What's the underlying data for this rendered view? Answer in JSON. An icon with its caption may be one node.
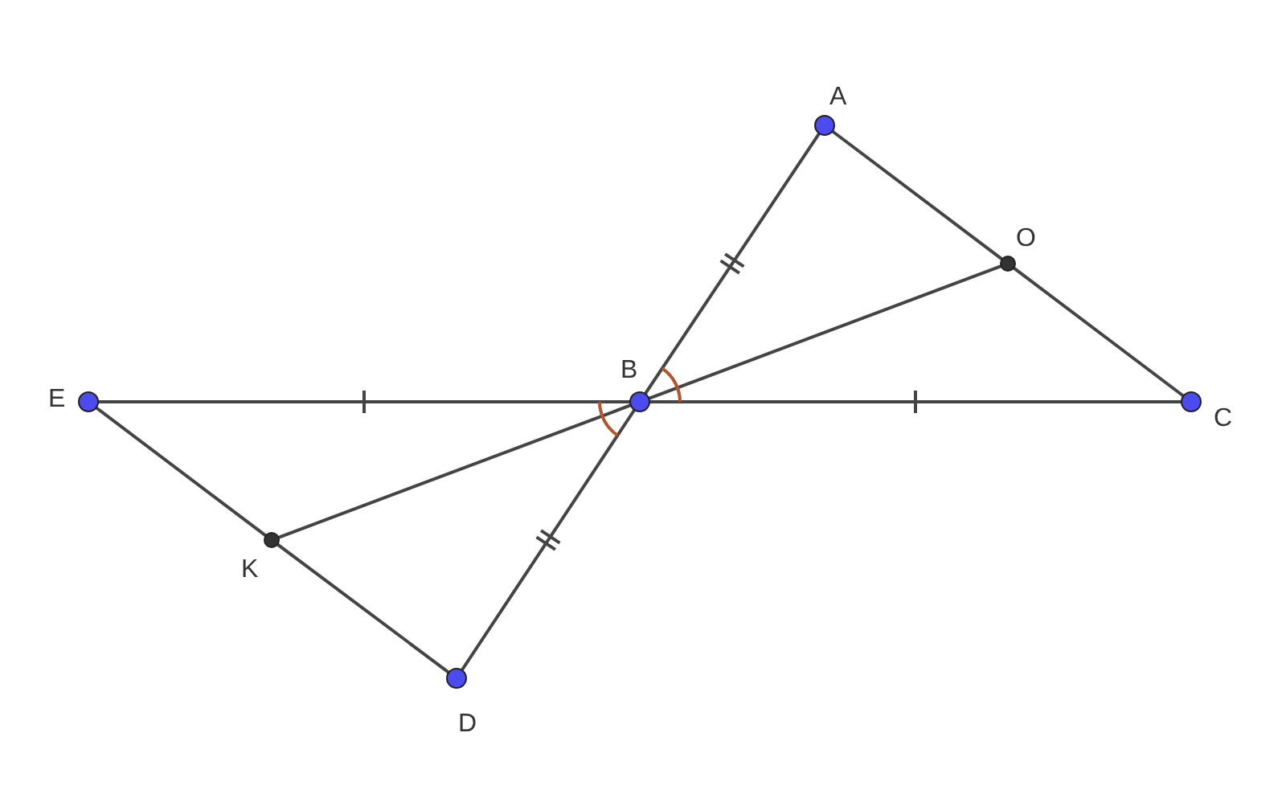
{
  "diagram": {
    "nodes": [
      {
        "text": [],
        "shape": "circle",
        "beside": [
          "A"
        ]
      },
      {
        "text": [],
        "shape": "circle",
        "beside": [
          "O"
        ]
      },
      {
        "text": [],
        "shape": "circle",
        "beside": [
          "E"
        ]
      },
      {
        "text": [],
        "shape": "circle",
        "beside": [
          "B"
        ]
      },
      {
        "text": [],
        "shape": "circle",
        "beside": [
          "C"
        ]
      },
      {
        "text": [],
        "shape": "circle",
        "beside": [
          "K"
        ]
      },
      {
        "text": [],
        "shape": "circle",
        "beside": [
          "D"
        ]
      }
    ],
    "edges": [
      {
        "from": 0,
        "to": 1,
        "arrow": "none"
      },
      {
        "from": 1,
        "to": 4,
        "arrow": "none"
      },
      {
        "from": 0,
        "to": 3,
        "arrow": "none"
      },
      {
        "from": 3,
        "to": 6,
        "arrow": "none"
      },
      {
        "from": 2,
        "to": 3,
        "arrow": "none"
      },
      {
        "from": 3,
        "to": 4,
        "arrow": "none"
      },
      {
        "from": 2,
        "to": 5,
        "arrow": "none"
      },
      {
        "from": 5,
        "to": 6,
        "arrow": "none"
      },
      {
        "from": 5,
        "to": 3,
        "arrow": "none"
      },
      {
        "from": 3,
        "to": 1,
        "arrow": "none"
      }
    ]
  }
}
